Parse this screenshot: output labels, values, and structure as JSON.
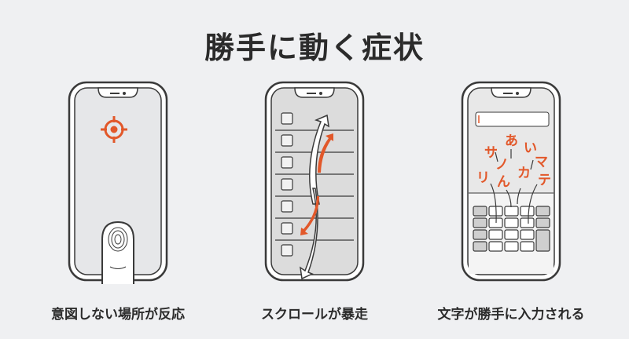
{
  "title": "勝手に動く症状",
  "panels": [
    {
      "caption": "意図しない場所が反応"
    },
    {
      "caption": "スクロールが暴走"
    },
    {
      "caption": "文字が勝手に入力される",
      "flying_chars": [
        "あ",
        "い",
        "サ",
        "ノ",
        "マ",
        "カ",
        "リ",
        "ん",
        "テ"
      ]
    }
  ],
  "colors": {
    "accent": "#e2582a",
    "outline": "#3a3a3a",
    "background": "#eff0f2"
  }
}
